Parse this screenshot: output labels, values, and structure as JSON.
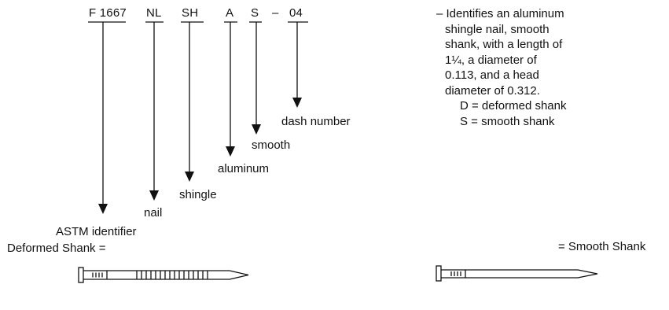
{
  "designation": {
    "parts": [
      {
        "code": "F 1667",
        "meaning": "ASTM identifier"
      },
      {
        "code": "NL",
        "meaning": "nail"
      },
      {
        "code": "SH",
        "meaning": "shingle"
      },
      {
        "code": "A",
        "meaning": "aluminum"
      },
      {
        "code": "S",
        "meaning": "smooth"
      },
      {
        "code": "04",
        "meaning": "dash number"
      }
    ],
    "separator": "–"
  },
  "description": {
    "lines": [
      "– Identifies an aluminum",
      "shingle nail, smooth",
      "shank, with a length of",
      "1¼, a diameter of",
      "0.113, and a head",
      "diameter of 0.312."
    ],
    "legend": [
      "D = deformed shank",
      "S = smooth shank"
    ]
  },
  "shank_types": {
    "deformed_label": "Deformed Shank =",
    "smooth_label": "= Smooth Shank"
  },
  "colors": {
    "ink": "#111111",
    "background": "#ffffff"
  }
}
